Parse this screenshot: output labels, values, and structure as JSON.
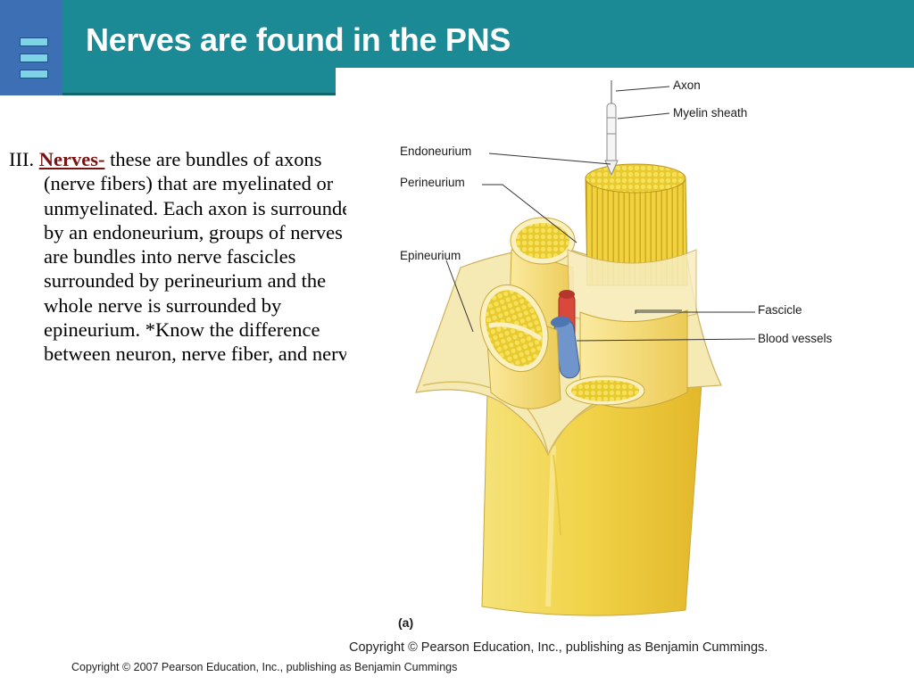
{
  "slide": {
    "title": "Nerves are found in the PNS",
    "body": {
      "prefix": "III. ",
      "term": "Nerves-",
      "text": " these are bundles of axons (nerve fibers) that are myelinated or unmyelinated. Each axon is surrounded by an endoneurium, groups of nerves are bundles into nerve fascicles surrounded by perineurium and the whole nerve is surrounded by epineurium. *Know the difference between neuron, nerve fiber, and nerve."
    },
    "footer": "Copyright © 2007 Pearson Education, Inc., publishing as Benjamin Cummings"
  },
  "figure": {
    "labels": {
      "axon": "Axon",
      "myelin_sheath": "Myelin sheath",
      "endoneurium": "Endoneurium",
      "perineurium": "Perineurium",
      "epineurium": "Epineurium",
      "fascicle": "Fascicle",
      "blood_vessels": "Blood vessels"
    },
    "panel": "(a)",
    "credit": "Copyright © Pearson Education, Inc., publishing as Benjamin Cummings."
  },
  "colors": {
    "header_teal": "#1b8a94",
    "logo_blue": "#3c6fb4",
    "term_red": "#7a1212",
    "nerve_yellow": "#f2d74a",
    "artery_red": "#d9493b",
    "vein_blue": "#6f95cc"
  }
}
